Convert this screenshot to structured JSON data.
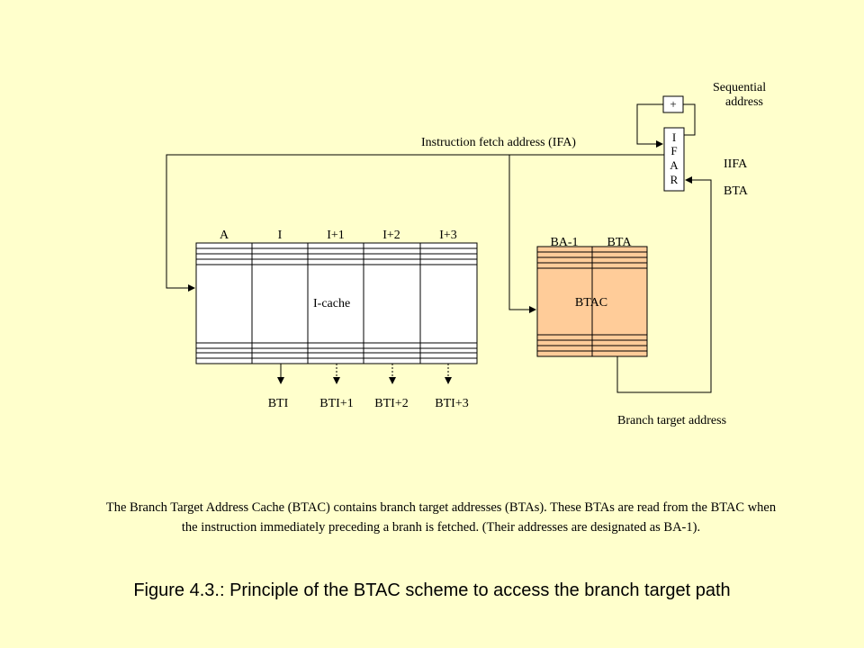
{
  "labels": {
    "sequential": "Sequential",
    "address": "address",
    "plus": "+",
    "ifa": "Instruction fetch address (IFA)",
    "iifa": "IIFA",
    "bta_input": "BTA",
    "branch_target_address": "Branch target address",
    "icache": "I-cache",
    "btac": "BTAC",
    "btac_col_left": "BA-1",
    "btac_col_right": "BTA"
  },
  "ifar_letters": [
    "I",
    "F",
    "A",
    "R"
  ],
  "icache_columns": [
    "A",
    "I",
    "I+1",
    "I+2",
    "I+3"
  ],
  "icache_outputs": [
    "BTI",
    "BTI+1",
    "BTI+2",
    "BTI+3"
  ],
  "caption": "The Branch Target Address Cache (BTAC) contains branch target addresses (BTAs). These BTAs are read from the BTAC when the instruction immediately preceding a branh is fetched. (Their addresses are designated as BA-1).",
  "figure_title": "Figure 4.3.: Principle of the BTAC scheme to access the branch target path",
  "colors": {
    "background": "#ffffcc",
    "btac_fill": "#ffcc99",
    "icache_fill": "#ffffff"
  }
}
